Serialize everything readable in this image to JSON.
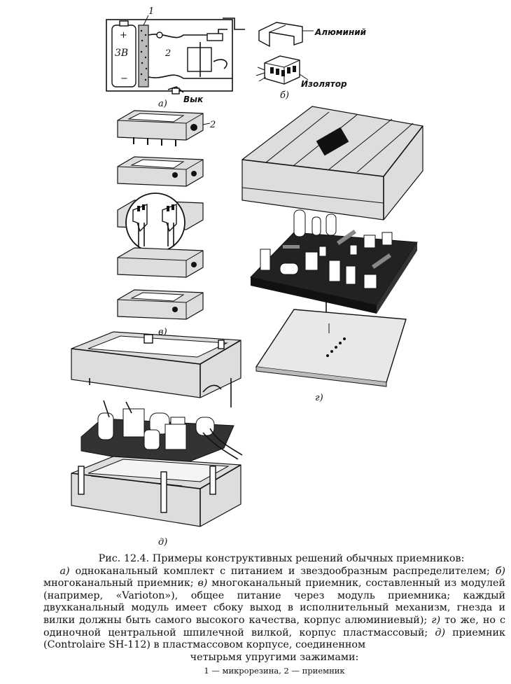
{
  "figure": {
    "labels": {
      "a": "а)",
      "b": "б)",
      "v": "в)",
      "g": "г)",
      "d": "д)",
      "vyk": "Вык",
      "battery": "3В",
      "plus": "+",
      "minus": "−",
      "num1": "1",
      "num2": "2",
      "num2b": "2",
      "aluminum": "Алюминий",
      "insulator": "Изолятор"
    }
  },
  "caption": {
    "title": "Рис. 12.4. Примеры конструктивных решений обычных приемников:",
    "a_mark": "а)",
    "a_text": " одноканальный комплект с питанием и звездообразным распределителем;",
    "b_mark": "б)",
    "b_text": " многоканальный приемник;",
    "v_mark": "в)",
    "v_text": " многоканальный приемник, составленный из модулей (например, «Varioton»), общее питание через модуль приемника; каждый двухканальный модуль имеет сбоку выход в исполнительный механизм, гнезда и вилки должны быть самого высокого качества, корпус алюминиевый);",
    "g_mark": "г)",
    "g_text": " то же, но с одиночной центральной шпилечной вилкой, корпус пластмассовый;",
    "d_mark": "д)",
    "d_text": " приемник (Controlaire SH-112) в пластмассовом корпусе, соединенном",
    "last_line": "четырьмя упругими зажимами:",
    "legend": "1 — микрорезина, 2 — приемник"
  }
}
